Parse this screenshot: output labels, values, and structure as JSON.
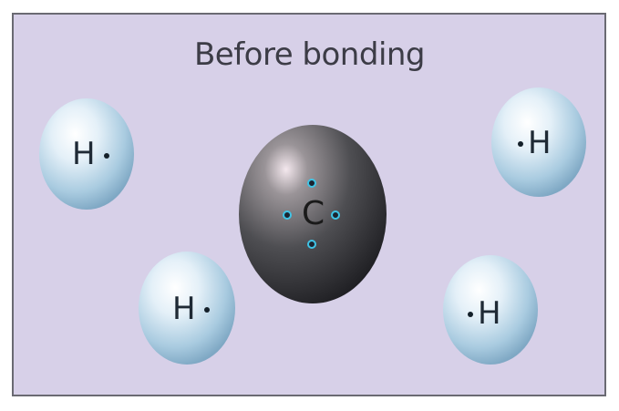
{
  "title": "Before bonding",
  "atoms": {
    "hydrogen_top_left": {
      "symbol": "H"
    },
    "hydrogen_bottom_left": {
      "symbol": "H"
    },
    "hydrogen_top_right": {
      "symbol": "H"
    },
    "hydrogen_bottom_right": {
      "symbol": "H"
    },
    "carbon": {
      "symbol": "C",
      "valence_electrons": 4
    }
  },
  "colors": {
    "background": "#d7d0e8",
    "border": "#6a6a72",
    "hydrogen_sphere": "#b8d6ea",
    "carbon_sphere": "#555558",
    "electron_ring": "#3fc4e6"
  }
}
